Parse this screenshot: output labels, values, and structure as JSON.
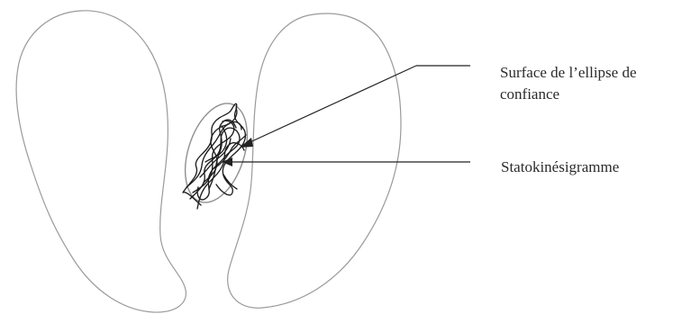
{
  "labels": {
    "ellipse": {
      "line1": "Surface de l’ellipse de",
      "line2": "confiance"
    },
    "statokinesigramme": "Statokinésigramme"
  },
  "colors": {
    "outline": "#9a9a9a",
    "ellipse": "#8f8f8f",
    "trace": "#1e1e1e",
    "pointer": "#222222",
    "text": "#2b2b2b"
  }
}
